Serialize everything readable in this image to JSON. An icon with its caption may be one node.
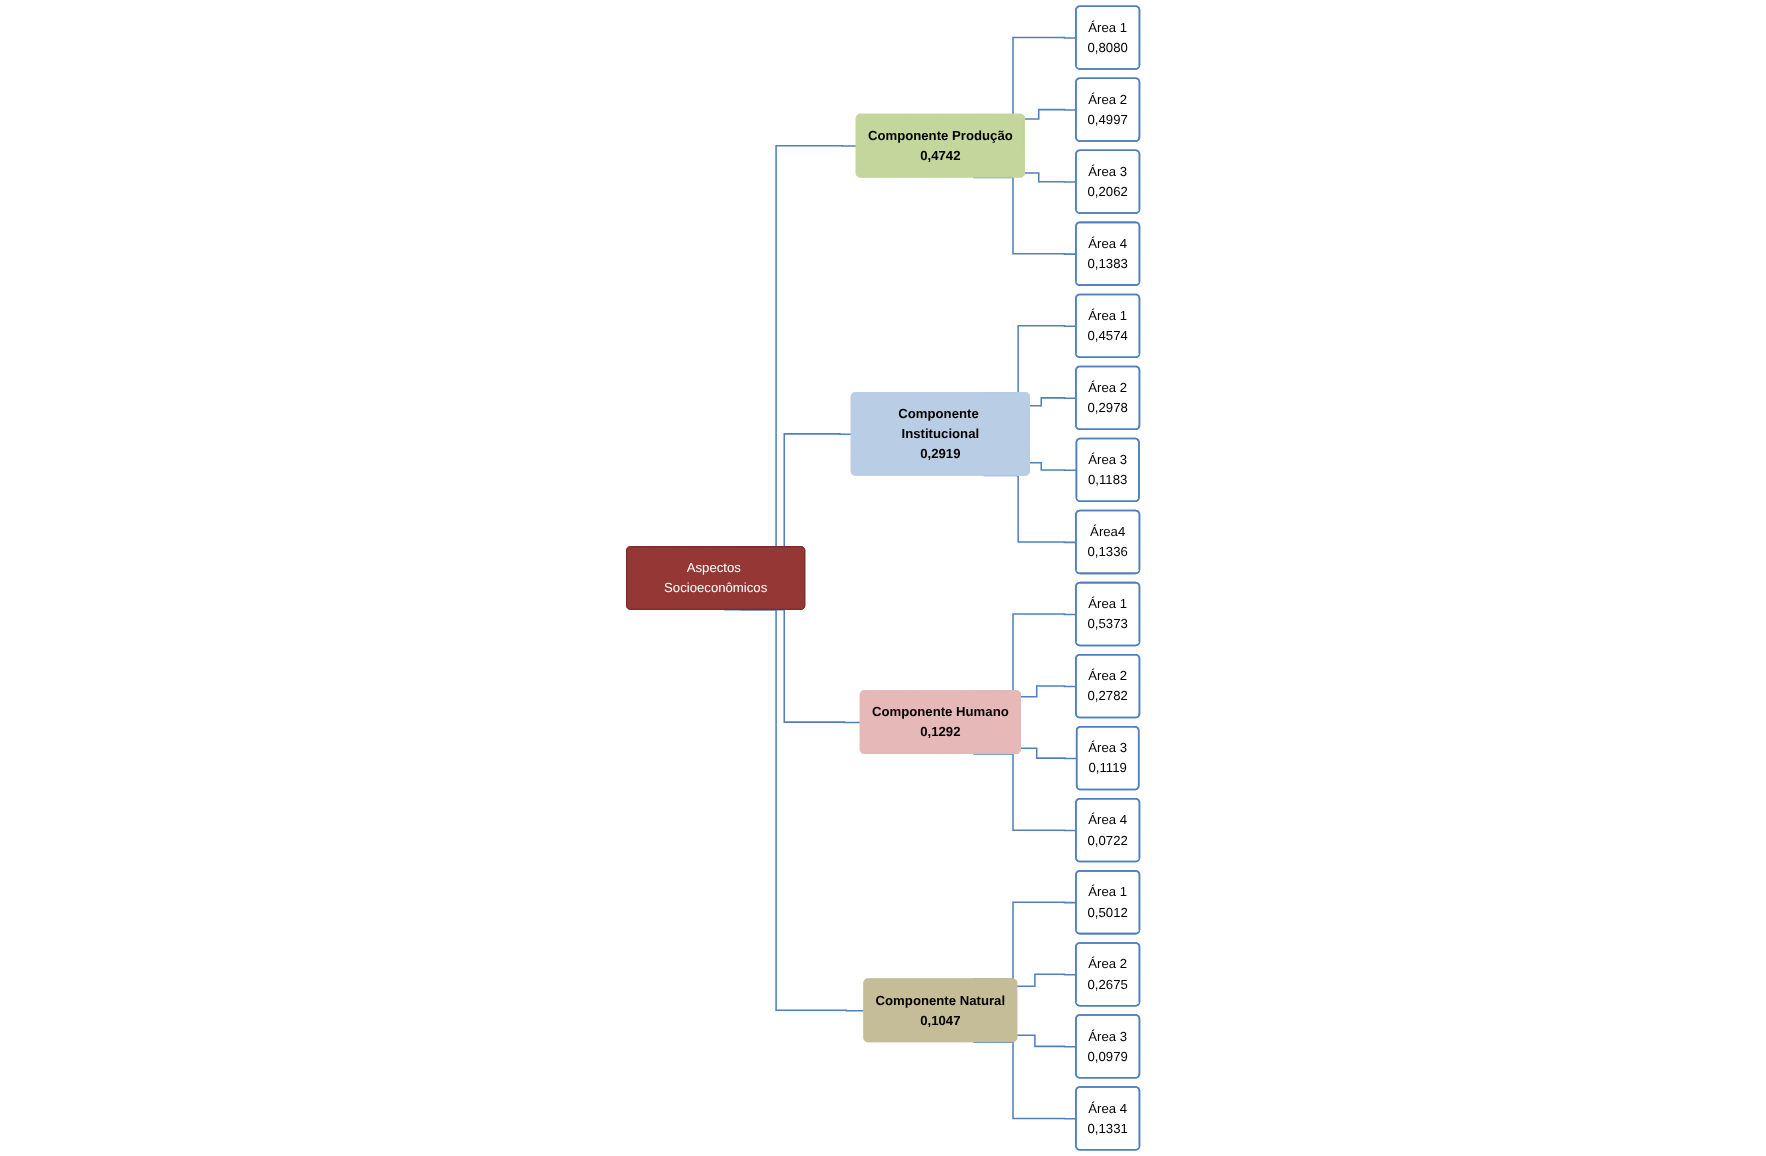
{
  "diagram": {
    "nodes": [
      {
        "text": [
          "Aspectos Socioeconômicos"
        ]
      },
      {
        "text": [
          "Componente Produção",
          "0,4742"
        ]
      },
      {
        "text": [
          "Componente Institucional",
          "0,2919"
        ]
      },
      {
        "text": [
          "Componente Humano",
          "0,1292"
        ]
      },
      {
        "text": [
          "Componente Natural",
          "0,1047"
        ]
      },
      {
        "text": [
          "Área 1",
          "0,8080"
        ]
      },
      {
        "text": [
          "Área 2",
          "0,4997"
        ]
      },
      {
        "text": [
          "Área 3",
          "0,2062"
        ]
      },
      {
        "text": [
          "Área 4",
          "0,1383"
        ]
      },
      {
        "text": [
          "Área 1",
          "0,4574"
        ]
      },
      {
        "text": [
          "Área 2",
          "0,2978"
        ]
      },
      {
        "text": [
          "Área 3",
          "0,1183"
        ]
      },
      {
        "text": [
          "Área4",
          "0,1336"
        ]
      },
      {
        "text": [
          "Área 1",
          "0,5373"
        ]
      },
      {
        "text": [
          "Área 2",
          "0,2782"
        ]
      },
      {
        "text": [
          "Área 3",
          "0,1119"
        ]
      },
      {
        "text": [
          "Área 4",
          "0,0722"
        ]
      },
      {
        "text": [
          "Área 1",
          "0,5012"
        ]
      },
      {
        "text": [
          "Área 2",
          "0,2675"
        ]
      },
      {
        "text": [
          "Área 3",
          "0,0979"
        ]
      },
      {
        "text": [
          "Área 4",
          "0,1331"
        ]
      }
    ],
    "edges": [
      {
        "from": 0,
        "to": 1,
        "arrow": "none"
      },
      {
        "from": 0,
        "to": 2,
        "arrow": "none"
      },
      {
        "from": 0,
        "to": 3,
        "arrow": "none"
      },
      {
        "from": 0,
        "to": 4,
        "arrow": "none"
      },
      {
        "from": 1,
        "to": 5,
        "arrow": "none"
      },
      {
        "from": 1,
        "to": 6,
        "arrow": "none"
      },
      {
        "from": 1,
        "to": 7,
        "arrow": "none"
      },
      {
        "from": 1,
        "to": 8,
        "arrow": "none"
      },
      {
        "from": 2,
        "to": 9,
        "arrow": "none"
      },
      {
        "from": 2,
        "to": 10,
        "arrow": "none"
      },
      {
        "from": 2,
        "to": 11,
        "arrow": "none"
      },
      {
        "from": 2,
        "to": 12,
        "arrow": "none"
      },
      {
        "from": 3,
        "to": 13,
        "arrow": "none"
      },
      {
        "from": 3,
        "to": 14,
        "arrow": "none"
      },
      {
        "from": 3,
        "to": 15,
        "arrow": "none"
      },
      {
        "from": 3,
        "to": 16,
        "arrow": "none"
      },
      {
        "from": 4,
        "to": 17,
        "arrow": "none"
      },
      {
        "from": 4,
        "to": 18,
        "arrow": "none"
      },
      {
        "from": 4,
        "to": 19,
        "arrow": "none"
      },
      {
        "from": 4,
        "to": 20,
        "arrow": "none"
      }
    ]
  }
}
